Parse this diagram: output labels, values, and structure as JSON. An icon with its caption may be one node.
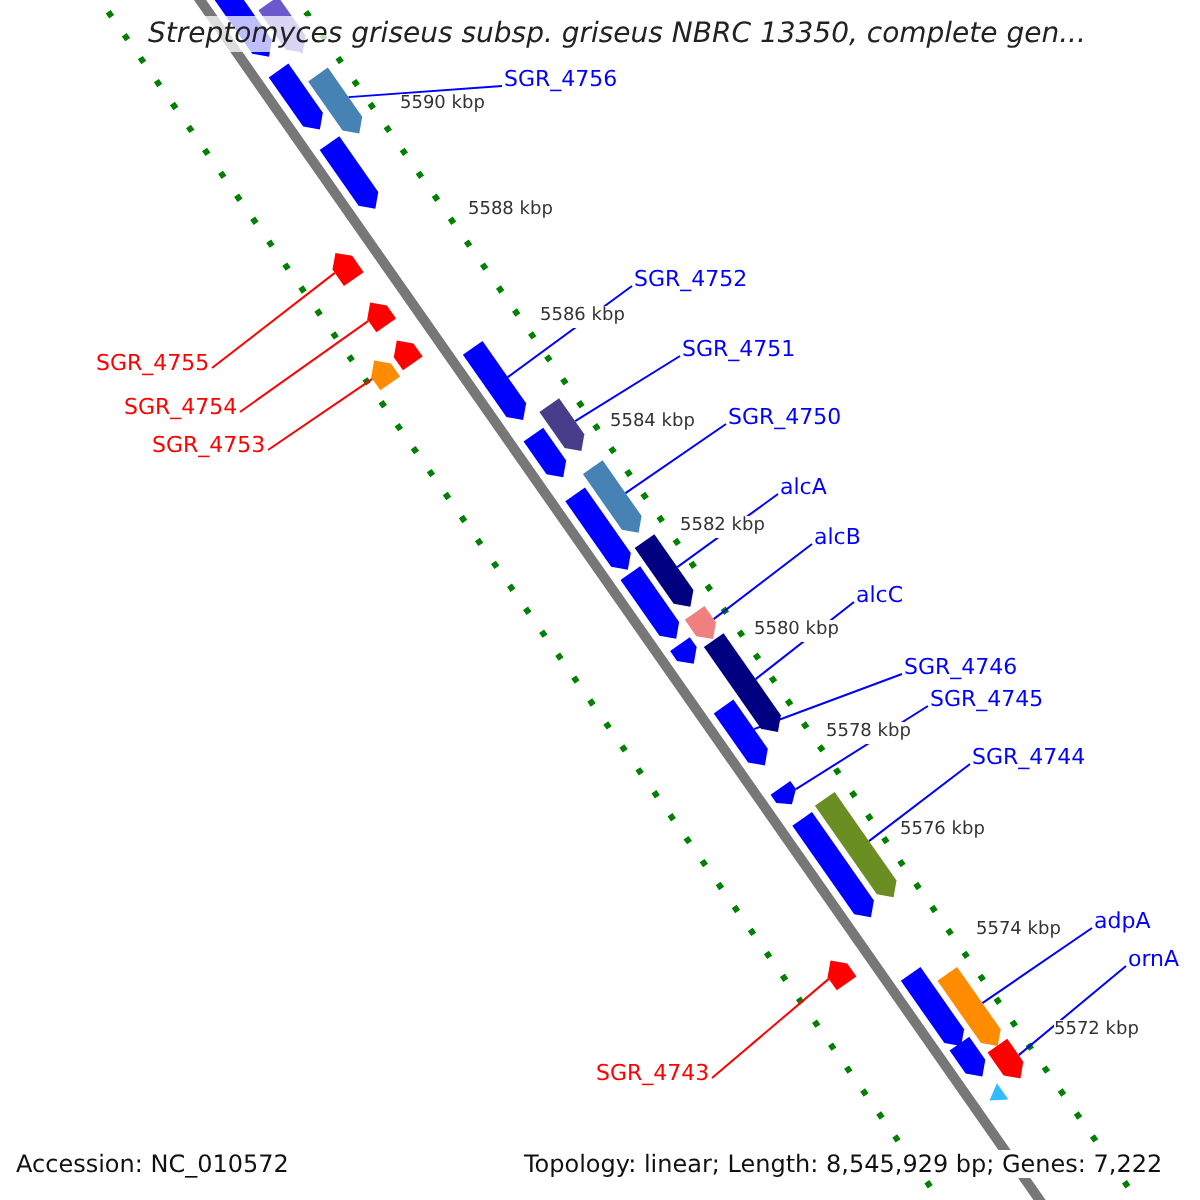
{
  "diagram": {
    "title": "Streptomyces griseus subsp. griseus NBRC 13350, complete gen...",
    "nodes": [
      {
        "text": [
          "SGR_4756"
        ]
      },
      {
        "text": [],
        "shape": "arrow"
      },
      {
        "text": [
          "SGR_4752"
        ]
      },
      {
        "text": [],
        "shape": "arrow"
      },
      {
        "text": [
          "SGR_4755"
        ]
      },
      {
        "text": [],
        "shape": "arrow"
      },
      {
        "text": [
          "SGR_4751"
        ]
      },
      {
        "text": [],
        "shape": "arrow"
      },
      {
        "text": [
          "SGR_4754"
        ]
      },
      {
        "text": [],
        "shape": "arrow"
      },
      {
        "text": [
          "SGR_4753"
        ]
      },
      {
        "text": [],
        "shape": "arrow"
      },
      {
        "text": [
          "SGR_4750"
        ]
      },
      {
        "text": [],
        "shape": "arrow"
      },
      {
        "text": [
          "alcA"
        ]
      },
      {
        "text": [],
        "shape": "arrow"
      },
      {
        "text": [
          "alcB"
        ]
      },
      {
        "text": [],
        "shape": "arrow"
      },
      {
        "text": [
          "alcC"
        ]
      },
      {
        "text": [],
        "shape": "arrow"
      },
      {
        "text": [
          "SGR_4746"
        ]
      },
      {
        "text": [],
        "shape": "arrow"
      },
      {
        "text": [
          "SGR_4745"
        ]
      },
      {
        "text": [],
        "shape": "arrow"
      },
      {
        "text": [
          "SGR_4744"
        ]
      },
      {
        "text": [],
        "shape": "arrow"
      },
      {
        "text": [
          "adpA"
        ]
      },
      {
        "text": [],
        "shape": "arrow"
      },
      {
        "text": [
          "ornA"
        ]
      },
      {
        "text": [],
        "shape": "arrow"
      },
      {
        "text": [
          "SGR_4743"
        ]
      },
      {
        "text": [],
        "shape": "arrow"
      },
      {
        "text": [],
        "shape": "arrow"
      },
      {
        "text": [],
        "shape": "arrow"
      },
      {
        "text": [],
        "shape": "arrow"
      },
      {
        "text": [],
        "shape": "arrow"
      },
      {
        "text": [],
        "shape": "arrow"
      },
      {
        "text": [],
        "shape": "arrow"
      },
      {
        "text": [],
        "shape": "arrow"
      },
      {
        "text": [],
        "shape": "arrow"
      },
      {
        "text": [],
        "shape": "arrow"
      },
      {
        "text": [],
        "shape": "arrow"
      },
      {
        "text": [],
        "shape": "arrow"
      },
      {
        "text": [],
        "shape": "arrow"
      },
      {
        "text": [],
        "shape": "triangle"
      }
    ],
    "edges": [
      {
        "from": 0,
        "to": 1,
        "arrow": "none"
      },
      {
        "from": 2,
        "to": 3,
        "arrow": "none"
      },
      {
        "from": 4,
        "to": 5,
        "arrow": "none",
        "color": "#ff0000"
      },
      {
        "from": 6,
        "to": 7,
        "arrow": "none"
      },
      {
        "from": 8,
        "to": 9,
        "arrow": "none",
        "color": "#ff0000"
      },
      {
        "from": 10,
        "to": 11,
        "arrow": "none",
        "color": "#ff0000"
      },
      {
        "from": 12,
        "to": 13,
        "arrow": "none"
      },
      {
        "from": 14,
        "to": 15,
        "arrow": "none"
      },
      {
        "from": 16,
        "to": 17,
        "arrow": "none"
      },
      {
        "from": 18,
        "to": 19,
        "arrow": "none"
      },
      {
        "from": 20,
        "to": 21,
        "arrow": "none"
      },
      {
        "from": 22,
        "to": 23,
        "arrow": "none"
      },
      {
        "from": 24,
        "to": 25,
        "arrow": "none"
      },
      {
        "from": 26,
        "to": 27,
        "arrow": "none"
      },
      {
        "from": 28,
        "to": 29,
        "arrow": "none"
      },
      {
        "from": 30,
        "to": 31,
        "arrow": "none",
        "color": "#ff0000"
      }
    ],
    "labels": [
      "5590 kbp",
      "5588 kbp",
      "5586 kbp",
      "5584 kbp",
      "5582 kbp",
      "5580 kbp",
      "5578 kbp",
      "5576 kbp",
      "5574 kbp",
      "5572 kbp",
      "Accession: NC_010572",
      "Topology: linear; Length: 8,545,929 bp; Genes: 7,222"
    ]
  }
}
